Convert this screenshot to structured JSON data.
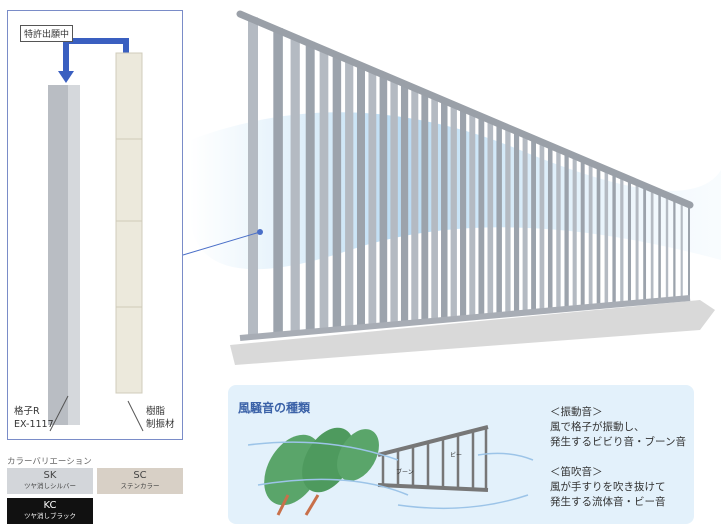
{
  "detail": {
    "patent_badge": "特許出願中",
    "lattice_label": [
      "格子R",
      "EX-1117"
    ],
    "resin_label": [
      "樹脂",
      "制振材"
    ]
  },
  "colors": {
    "title": "カラーバリエーション",
    "options": [
      {
        "code": "SK",
        "name": "ツヤ消しシルバー",
        "color": "#d3d6da",
        "text": "#444"
      },
      {
        "code": "SC",
        "name": "ステンカラー",
        "color": "#d8d0c6",
        "text": "#444"
      },
      {
        "code": "KC",
        "name": "ツヤ消しブラック",
        "color": "#111111",
        "text": "#fff"
      }
    ]
  },
  "info": {
    "title": "風騒音の種類",
    "vibration": {
      "heading": "＜振動音＞",
      "lines": [
        "風で格子が振動し、",
        "発生するビビり音・ブーン音"
      ]
    },
    "whistle": {
      "heading": "＜笛吹音＞",
      "lines": [
        "風が手すりを吹き抜けて",
        "発生する流体音・ビー音"
      ]
    },
    "sound_boon": "ブーン",
    "sound_bee": "ビー"
  },
  "accent": "#3a5fc0"
}
